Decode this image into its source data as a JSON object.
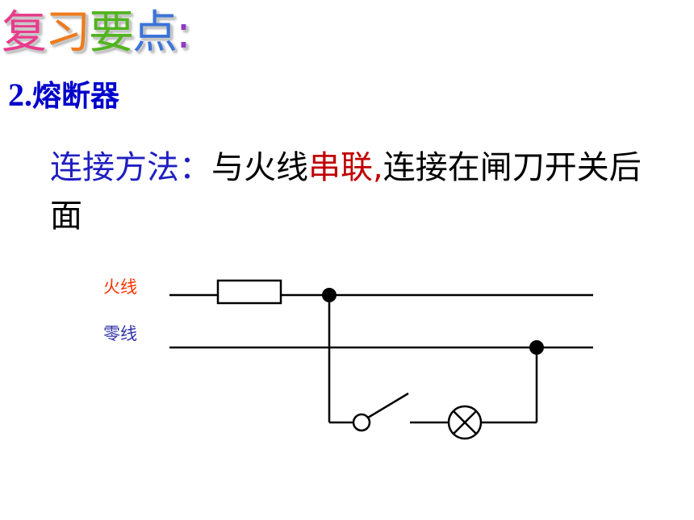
{
  "title": {
    "chars": [
      {
        "ch": "复",
        "color": "#e83c8c"
      },
      {
        "ch": "习",
        "color": "#f07a1a"
      },
      {
        "ch": "要",
        "color": "#52b420"
      },
      {
        "ch": "点",
        "color": "#3c74d8"
      },
      {
        "ch": ":",
        "color": "#8c3cc8"
      }
    ]
  },
  "subtitle": {
    "number": "2.",
    "text": "熔断器"
  },
  "connection": {
    "label": "连接方法：",
    "part1": "与火线",
    "highlight": "串联,",
    "part2": "连接在闸刀开关后面"
  },
  "circuit": {
    "live_label": "火线",
    "neutral_label": "零线",
    "colors": {
      "wire": "#000000",
      "live_label": "#ff3300",
      "neutral_label": "#3333aa"
    },
    "components": [
      "fuse",
      "switch",
      "lamp"
    ]
  }
}
